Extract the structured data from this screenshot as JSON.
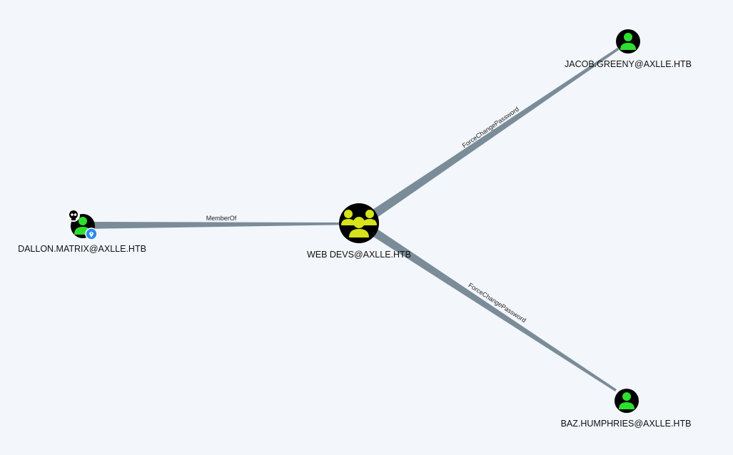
{
  "nodes": {
    "dallon": {
      "label": "DALLON.MATRIX@AXLLE.HTB",
      "type": "user",
      "owned": true,
      "high_value_marker": true
    },
    "webdevs": {
      "label": "WEB DEVS@AXLLE.HTB",
      "type": "group"
    },
    "jacob": {
      "label": "JACOB.GREENY@AXLLE.HTB",
      "type": "user"
    },
    "baz": {
      "label": "BAZ.HUMPHRIES@AXLLE.HTB",
      "type": "user"
    }
  },
  "edges": {
    "memberof": {
      "label": "MemberOf",
      "from": "dallon",
      "to": "webdevs"
    },
    "fcp_jacob": {
      "label": "ForceChangePassword",
      "from": "webdevs",
      "to": "jacob"
    },
    "fcp_baz": {
      "label": "ForceChangePassword",
      "from": "webdevs",
      "to": "baz"
    }
  },
  "colors": {
    "background": "#f3f6fa",
    "edge": "#7b8c99",
    "user": "#2ee02e",
    "group": "#d6e31a",
    "node_bg": "#000000",
    "badge": "#2a8cf0"
  }
}
